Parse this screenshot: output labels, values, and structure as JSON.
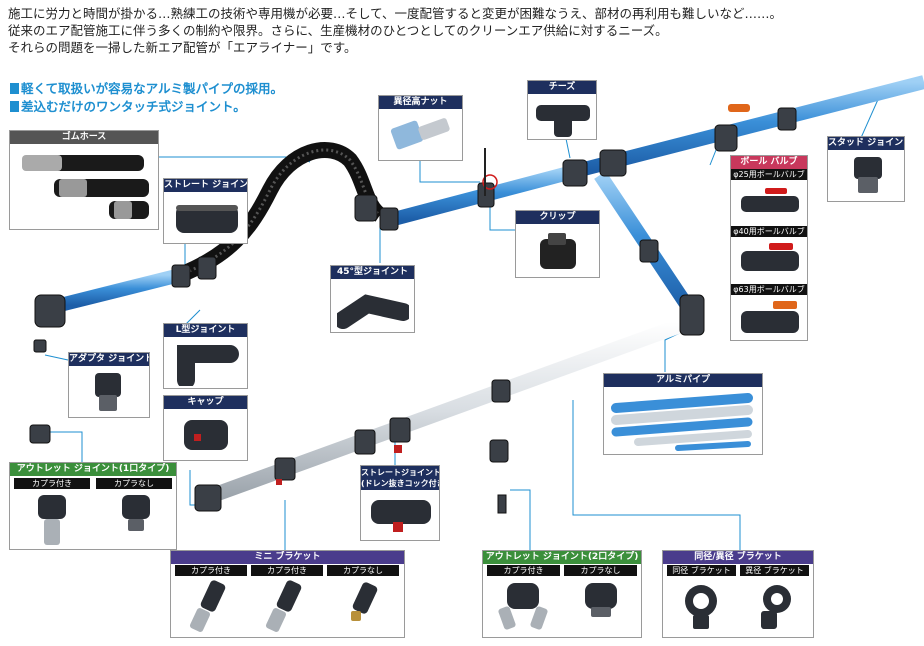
{
  "intro": {
    "line1": "施工に労力と時間が掛かる…熟練工の技術や専用機が必要…そして、一度配管すると変更が困難なうえ、部材の再利用も難しいなど……。",
    "line2": "従来のエア配管施工に伴う多くの制約や限界。さらに、生産機材のひとつとしてのクリーンエア供給に対するニーズ。",
    "line3": "それらの問題を一掃した新エア配管が「エアライナー」です。"
  },
  "features": [
    "軽くて取扱いが容易なアルミ製パイプの採用。",
    "差込むだけのワンタッチ式ジョイント。"
  ],
  "parts": {
    "gomu_hose": "ゴムホース",
    "straight_joint": "ストレート ジョイント",
    "reducer_nut": "異径高ナット",
    "tees": "チーズ",
    "clip": "クリップ",
    "joint45": "45°型ジョイント",
    "l_joint": "L型ジョイント",
    "adapter_joint": "アダプタ ジョイント",
    "cap": "キャップ",
    "ball_valve": "ボール バルブ",
    "bv_25": "φ25用ボールバルブ",
    "bv_40": "φ40用ボールバルブ",
    "bv_63": "φ63用ボールバルブ",
    "stud_joint": "スタッド ジョイント",
    "alumi_pipe": "アルミパイプ",
    "straight_drain_1": "ストレートジョイント",
    "straight_drain_2": "(ドレン抜きコック付き)",
    "outlet1": "アウトレット ジョイント(1口タイプ)",
    "outlet1_with": "カプラ付き",
    "outlet1_without": "カプラなし",
    "mini_bracket": "ミニ ブラケット",
    "mini_1": "カプラ付き",
    "mini_2": "カプラ付き",
    "mini_3": "カプラなし",
    "outlet2": "アウトレット ジョイント(2口タイプ)",
    "outlet2_with": "カプラ付き",
    "outlet2_without": "カプラなし",
    "bracket": "同径/異径 ブラケット",
    "bracket_same": "同径 ブラケット",
    "bracket_diff": "異径 ブラケット"
  },
  "colors": {
    "blue_pipe": "#3a8fd8",
    "white_pipe": "#d8dde2",
    "hose": "#1e1e1e",
    "label_navy": "#1e2f5e",
    "label_pink": "#c8385c",
    "label_green": "#3b8f3b",
    "label_purple": "#4a3c8c",
    "leader": "#1e8fd0"
  }
}
